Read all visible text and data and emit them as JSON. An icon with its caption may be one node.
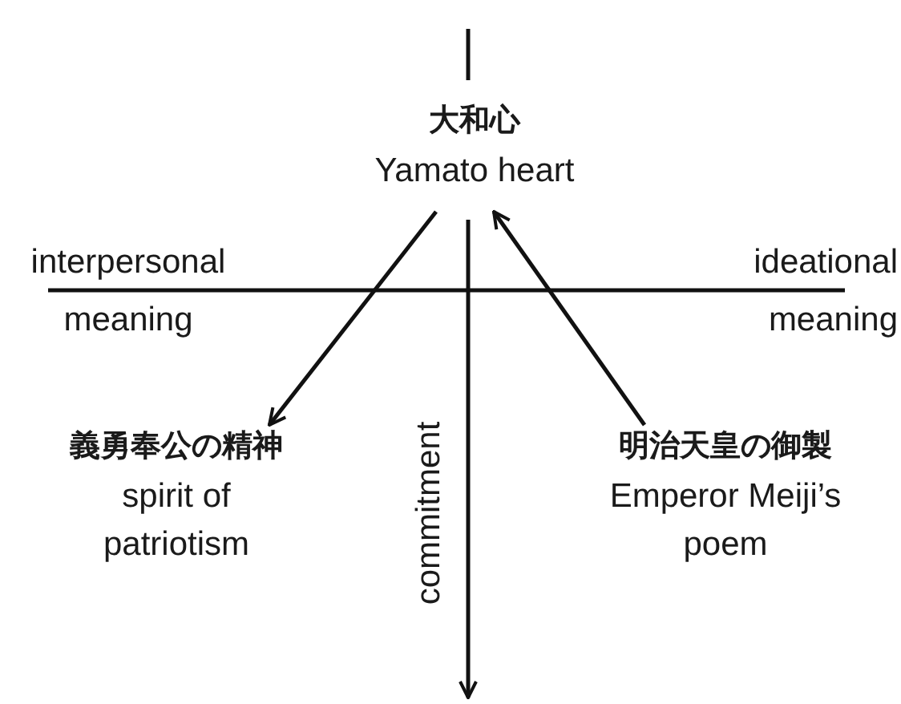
{
  "diagram": {
    "nodes": [
      {
        "text": [
          "大和心",
          "Yamato heart"
        ]
      },
      {
        "text": [
          "義勇奉公の精神",
          "spirit of patriotism"
        ]
      },
      {
        "text": [
          "明治天皇の御製",
          "Emperor Meiji’s poem"
        ]
      }
    ],
    "edges": [
      {
        "from": 0,
        "to": 1,
        "arrow": "to"
      },
      {
        "from": 2,
        "to": 0,
        "arrow": "to"
      }
    ],
    "labels": [
      "interpersonal meaning",
      "ideational meaning",
      "commitment"
    ]
  }
}
